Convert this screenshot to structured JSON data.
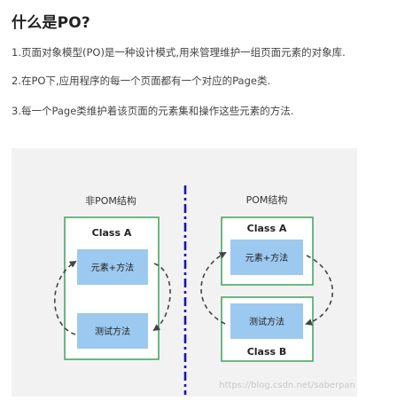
{
  "article": {
    "title": "什么是PO?",
    "paragraphs": [
      "1.页面对象模型(PO)是一种设计模式,用来管理维护一组页面元素的对象库.",
      "2.在PO下,应用程序的每一个页面都有一个对应的Page类.",
      "3.每一个Page类维护着该页面的元素集和操作这些元素的方法."
    ]
  },
  "diagram": {
    "left": {
      "heading": "非POM结构",
      "class_label": "Class A",
      "box1": "元素+方法",
      "box2": "测试方法"
    },
    "right": {
      "heading": "POM结构",
      "classA_label": "Class A",
      "box1": "元素+方法",
      "box2": "测试方法",
      "classB_label": "Class B"
    },
    "watermark": "https://blog.csdn.net/saberpan",
    "colors": {
      "border": "#3aa35a",
      "box_fill": "#9cc9ef",
      "divider": "#1515b5",
      "arrow": "#444444"
    }
  }
}
